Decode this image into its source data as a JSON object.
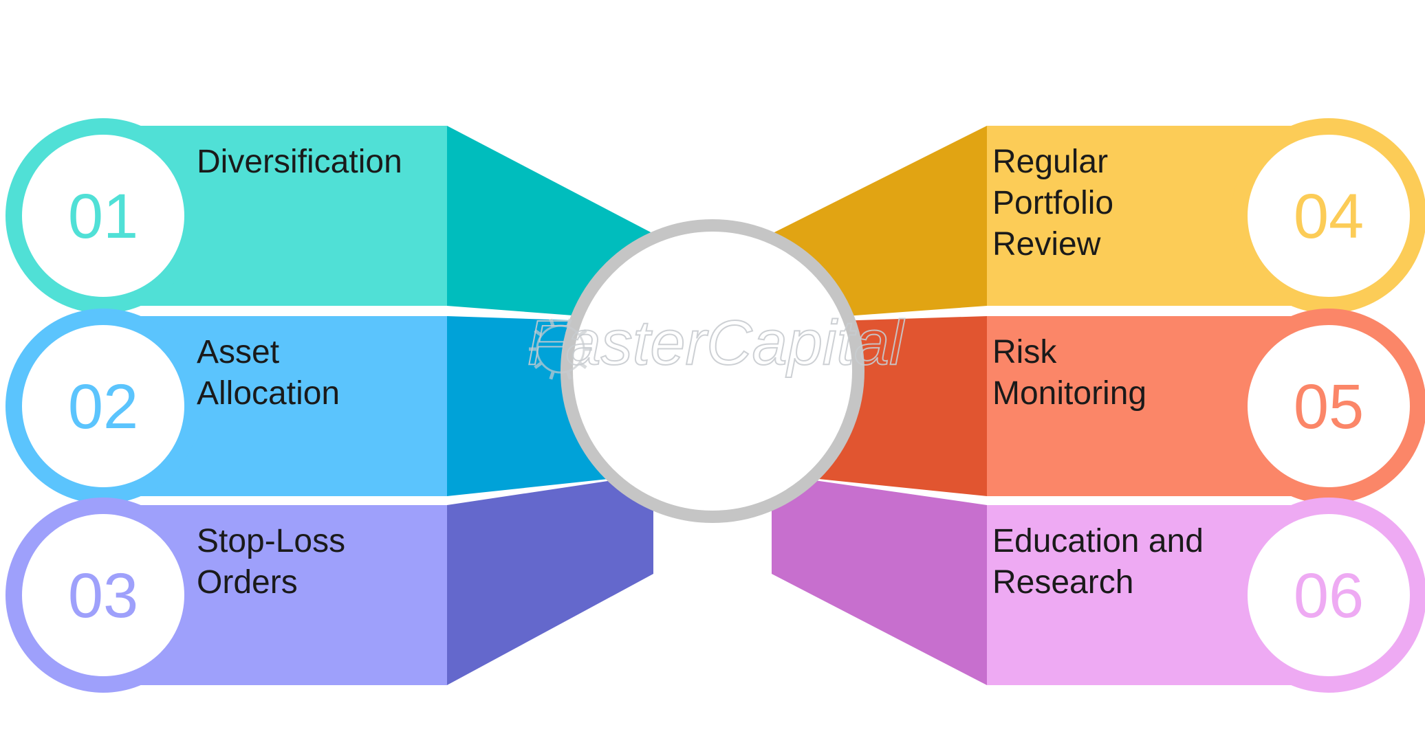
{
  "items": [
    {
      "number": "01",
      "lines": [
        "Diversification"
      ],
      "light": "#50e0d6",
      "dark": "#00bdbd"
    },
    {
      "number": "02",
      "lines": [
        "Asset",
        "Allocation"
      ],
      "light": "#5bc4fd",
      "dark": "#00a2d8"
    },
    {
      "number": "03",
      "lines": [
        "Stop-Loss",
        "Orders"
      ],
      "light": "#9ea0fb",
      "dark": "#6468cc"
    },
    {
      "number": "04",
      "lines": [
        "Regular",
        "Portfolio",
        "Review"
      ],
      "light": "#fccc57",
      "dark": "#e1a413"
    },
    {
      "number": "05",
      "lines": [
        "Risk",
        "Monitoring"
      ],
      "light": "#fb8668",
      "dark": "#e15530"
    },
    {
      "number": "06",
      "lines": [
        "Education and",
        "Research"
      ],
      "light": "#eeaaf3",
      "dark": "#c76fce"
    }
  ],
  "watermark": {
    "text": "FasterCapital",
    "color": "#c8ccd0"
  },
  "hub": {
    "ring_color": "#c5c5c5"
  },
  "text_color": "#1a1a1a"
}
